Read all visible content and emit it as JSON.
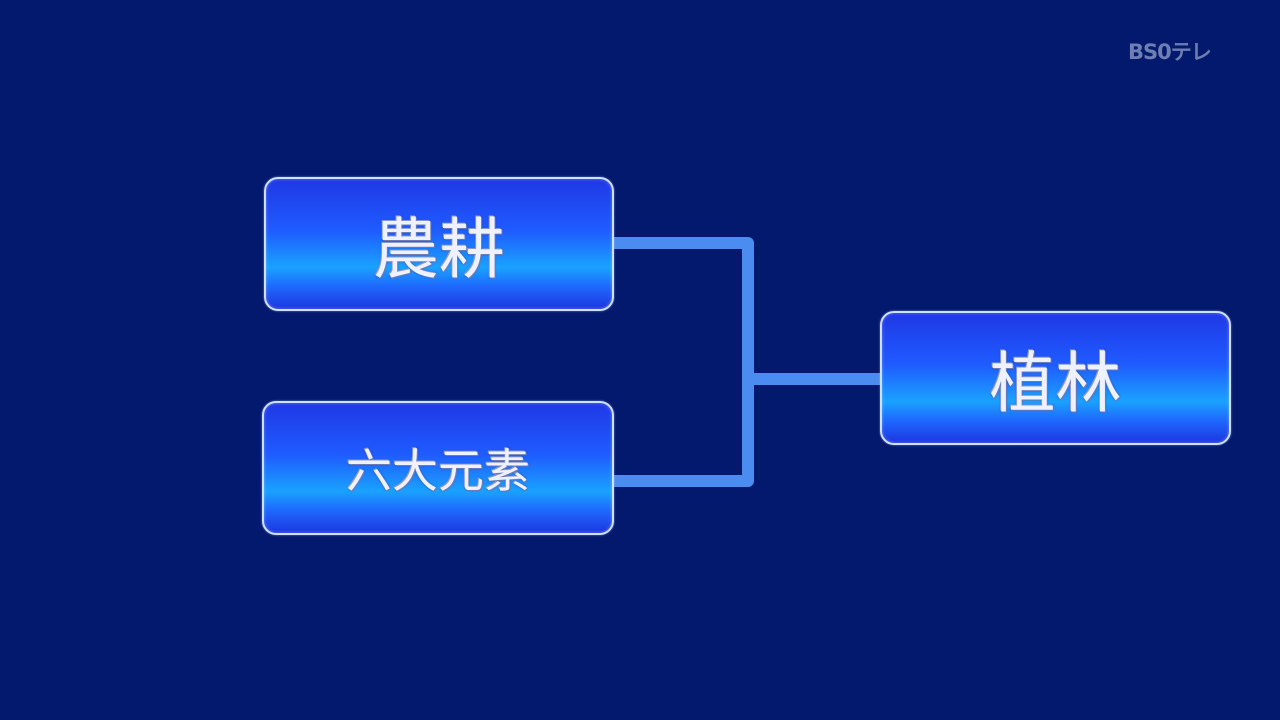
{
  "channel_logo": "BS0テレ",
  "diagram": {
    "nodes": [
      {
        "id": "nouko",
        "label": "農耕"
      },
      {
        "id": "rokudai",
        "label": "六大元素"
      },
      {
        "id": "shokurin",
        "label": "植林"
      }
    ],
    "edges": [
      {
        "from": "nouko",
        "to": "shokurin"
      },
      {
        "from": "rokudai",
        "to": "shokurin"
      }
    ]
  },
  "colors": {
    "background": "#02196e",
    "connector": "#4a8cf0",
    "node_border": "#cfe0ff"
  }
}
